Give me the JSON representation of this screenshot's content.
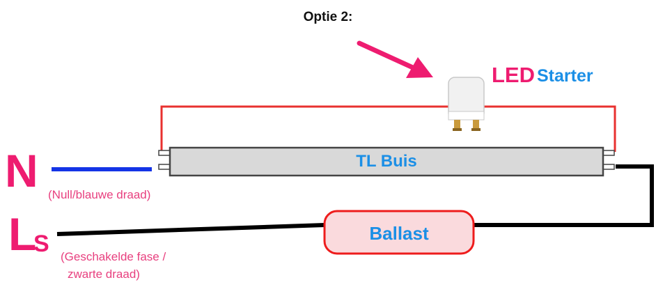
{
  "title": "Optie 2:",
  "starter": {
    "led_text": "LED",
    "starter_text": "Starter"
  },
  "tube": {
    "label": "TL Buis"
  },
  "ballast": {
    "label": "Ballast"
  },
  "neutral": {
    "letter": "N",
    "description": "(Null/blauwe draad)"
  },
  "live": {
    "letter": "L",
    "subscript": "S",
    "description_line1": "(Geschakelde fase /",
    "description_line2": "zwarte draad)"
  },
  "colors": {
    "pink": "#ee1c70",
    "blue": "#1b8fe6",
    "wire_red": "#e8312f",
    "wire_blue": "#1434e6",
    "wire_black": "#000000",
    "ballast_fill": "#fadadd",
    "tube_fill": "#d9d9d9"
  }
}
